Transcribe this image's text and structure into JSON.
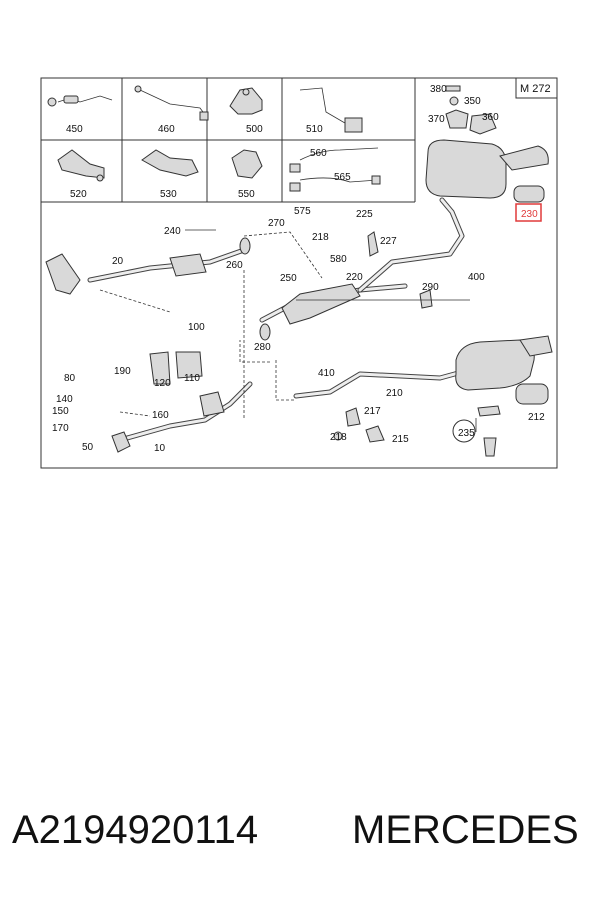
{
  "diagram": {
    "model_code": "M 272",
    "highlighted_part": "230",
    "callouts": {
      "c450": "450",
      "c460": "460",
      "c500": "500",
      "c510": "510",
      "c520": "520",
      "c530": "530",
      "c550": "550",
      "c560": "560",
      "c565": "565",
      "c380": "380",
      "c350": "350",
      "c370": "370",
      "c360": "360",
      "c230": "230",
      "c240": "240",
      "c270": "270",
      "c575": "575",
      "c225": "225",
      "c218a": "218",
      "c227": "227",
      "c580": "580",
      "c260": "260",
      "c20": "20",
      "c250": "250",
      "c220": "220",
      "c400": "400",
      "c290": "290",
      "c100": "100",
      "c280": "280",
      "c190": "190",
      "c80": "80",
      "c120": "120",
      "c110": "110",
      "c410": "410",
      "c210": "210",
      "c140": "140",
      "c150": "150",
      "c160": "160",
      "c170": "170",
      "c50": "50",
      "c10": "10",
      "c217": "217",
      "c218b": "218",
      "c215": "215",
      "c235": "235",
      "c212": "212"
    }
  },
  "footer": {
    "part_number": "A2194920114",
    "brand": "MERCEDES"
  },
  "colors": {
    "highlight": "#e03a3a",
    "line": "#333333",
    "part_fill": "#d9d9d9"
  }
}
